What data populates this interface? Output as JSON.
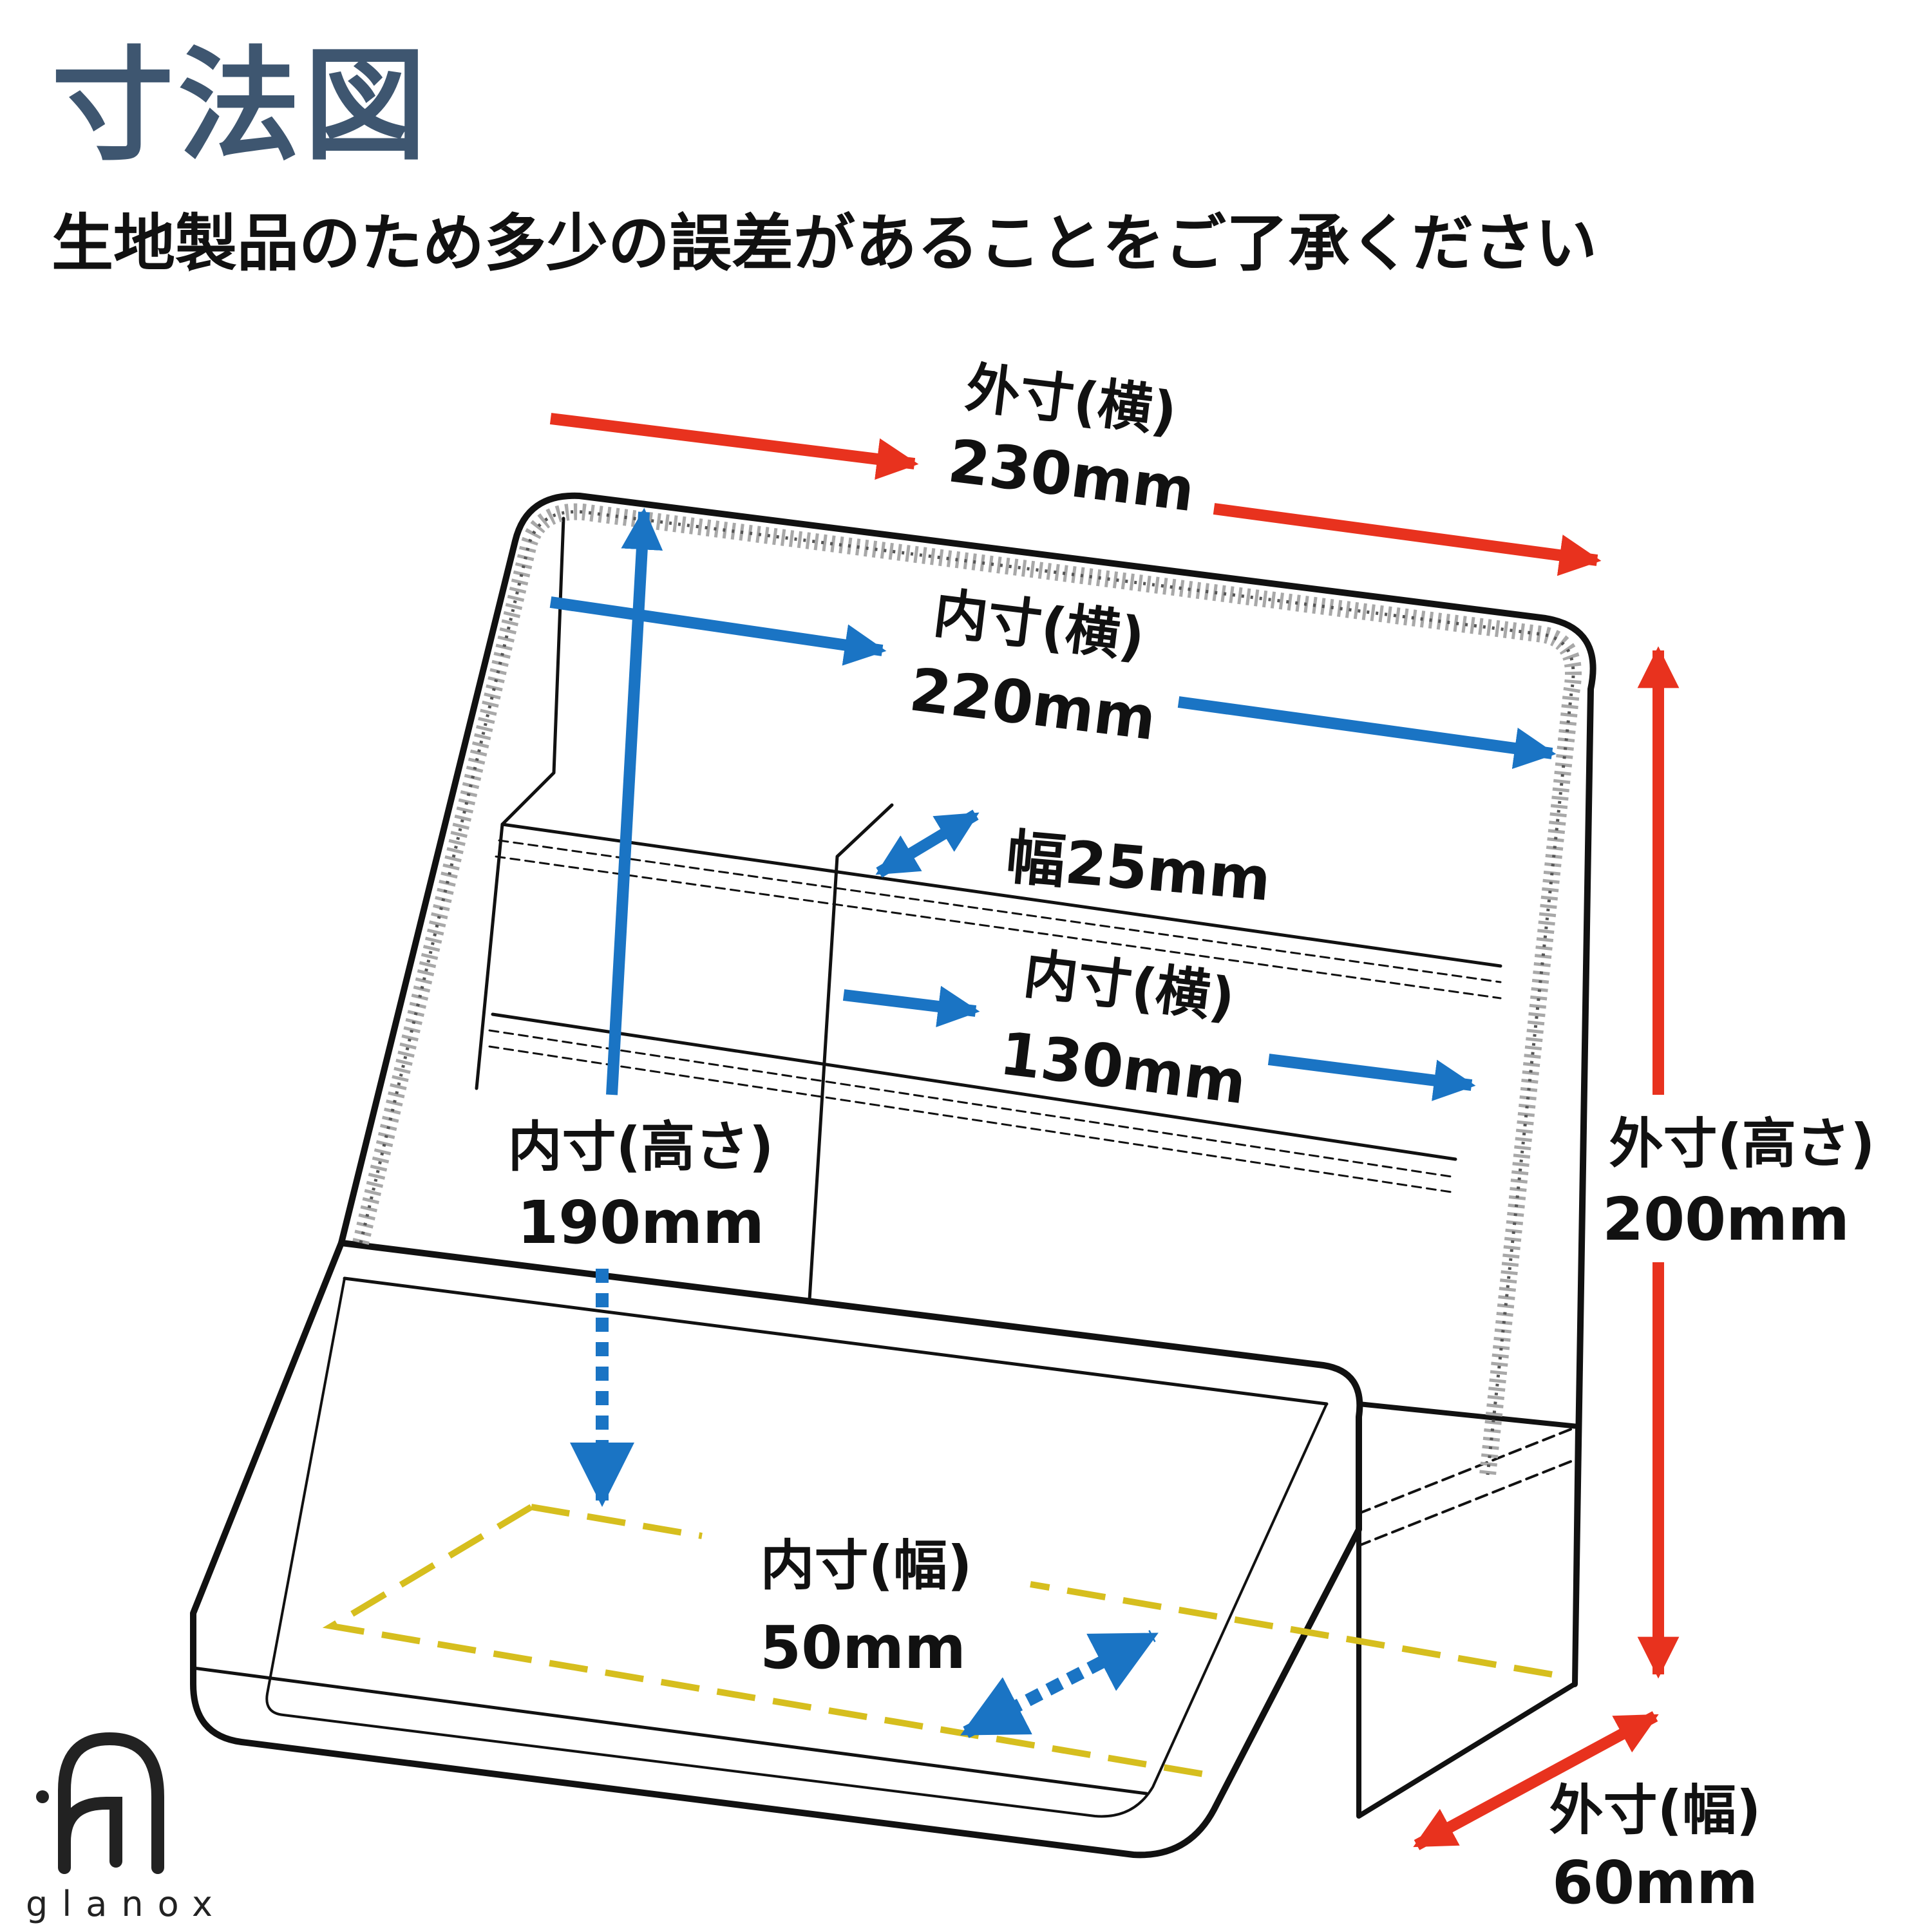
{
  "header": {
    "title": "寸法図",
    "subtitle": "生地製品のため多少の誤差があることをご了承ください"
  },
  "colors": {
    "title": "#3e5670",
    "outer": "#e8321e",
    "inner": "#1a74c4",
    "base": "#d6be1e",
    "zipper": "#a8a8a8",
    "outline": "#111111"
  },
  "dimensions": {
    "outer_width": {
      "label": "外寸(横)",
      "value": "230mm"
    },
    "inner_width": {
      "label": "内寸(横)",
      "value": "220mm"
    },
    "strap_width": {
      "label": "幅25mm"
    },
    "pocket_width": {
      "label": "内寸(横)",
      "value": "130mm"
    },
    "inner_height": {
      "label": "内寸(高さ)",
      "value": "190mm"
    },
    "outer_height": {
      "label": "外寸(高さ)",
      "value": "200mm"
    },
    "inner_depth": {
      "label": "内寸(幅)",
      "value": "50mm"
    },
    "outer_depth": {
      "label": "外寸(幅)",
      "value": "60mm"
    }
  },
  "brand": {
    "name": "glanox"
  }
}
